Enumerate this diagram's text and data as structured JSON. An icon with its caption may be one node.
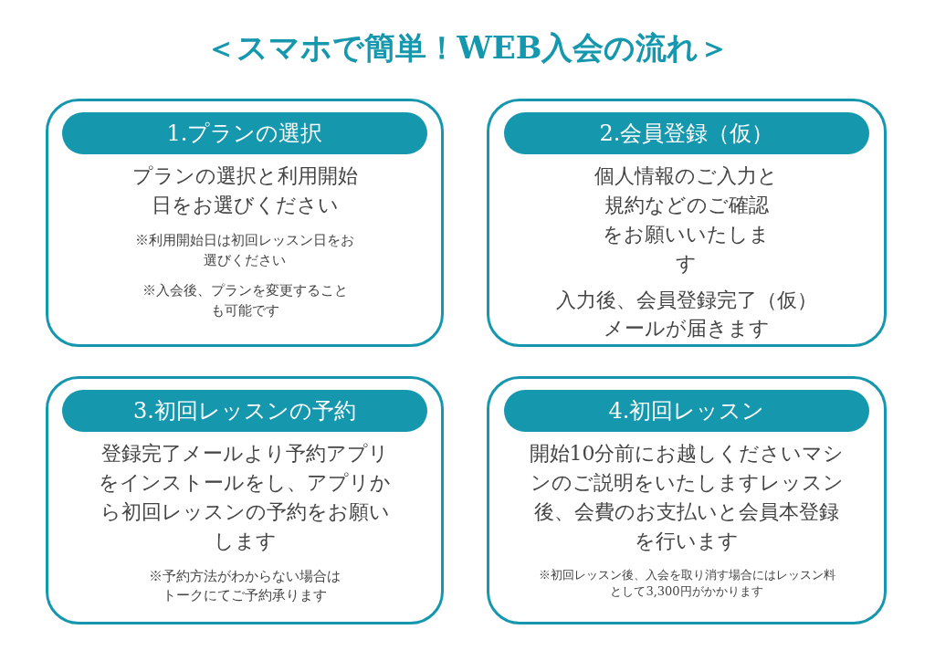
{
  "diagram": {
    "title": "＜スマホで簡単！WEB入会の流れ＞",
    "nodes": [
      {
        "text": [
          "1.プランの選択",
          "プランの選択と利用開始日をお選びください",
          "※利用開始日は初回レッスン日をお選びください",
          "※入会後、プランを変更することも可能です"
        ]
      },
      {
        "text": [
          "2.会員登録（仮）",
          "個人情報のご入力と規約などのご確認をお願いいたします",
          "入力後、会員登録完了（仮）メールが届きます"
        ]
      },
      {
        "text": [
          "3.初回レッスンの予約",
          "登録完了メールより予約アプリをインストールをし、アプリから初回レッスンの予約をお願いします",
          "※予約方法がわからない場合はトークにてご予約承ります"
        ]
      },
      {
        "text": [
          "4.初回レッスン",
          "開始10分前にお越しくださいマシンのご説明をいたしますレッスン後、会費のお支払いと会員本登録を行います",
          "※初回レッスン後、入会を取り消す場合にはレッスン料として3,300円がかかります"
        ]
      }
    ],
    "edges": []
  }
}
